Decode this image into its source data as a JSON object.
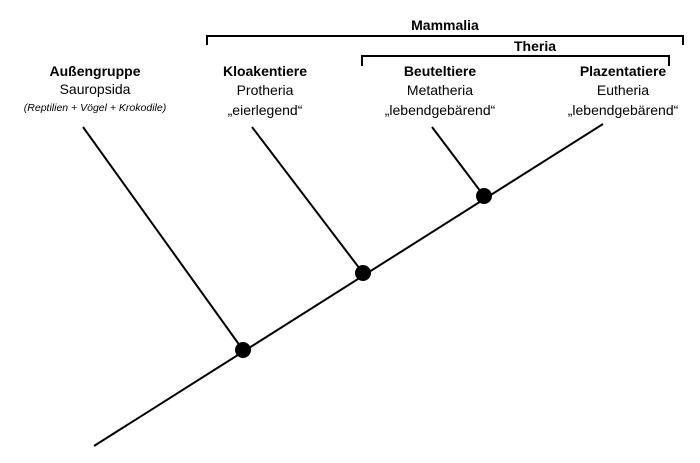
{
  "groups": {
    "mammalia": "Mammalia",
    "theria": "Theria"
  },
  "taxa": [
    {
      "name": "Außengruppe",
      "sub": "Sauropsida",
      "note": "(Reptilien + Vögel + Krokodile)"
    },
    {
      "name": "Kloakentiere",
      "sub": "Protheria",
      "note": "„eierlegend“"
    },
    {
      "name": "Beuteltiere",
      "sub": "Metatheria",
      "note": "„lebendgebärend“"
    },
    {
      "name": "Plazentatiere",
      "sub": "Eutheria",
      "note": "„lebendgebärend“"
    }
  ],
  "colors": {
    "line": "#000000",
    "node": "#000000",
    "background": "#ffffff"
  }
}
